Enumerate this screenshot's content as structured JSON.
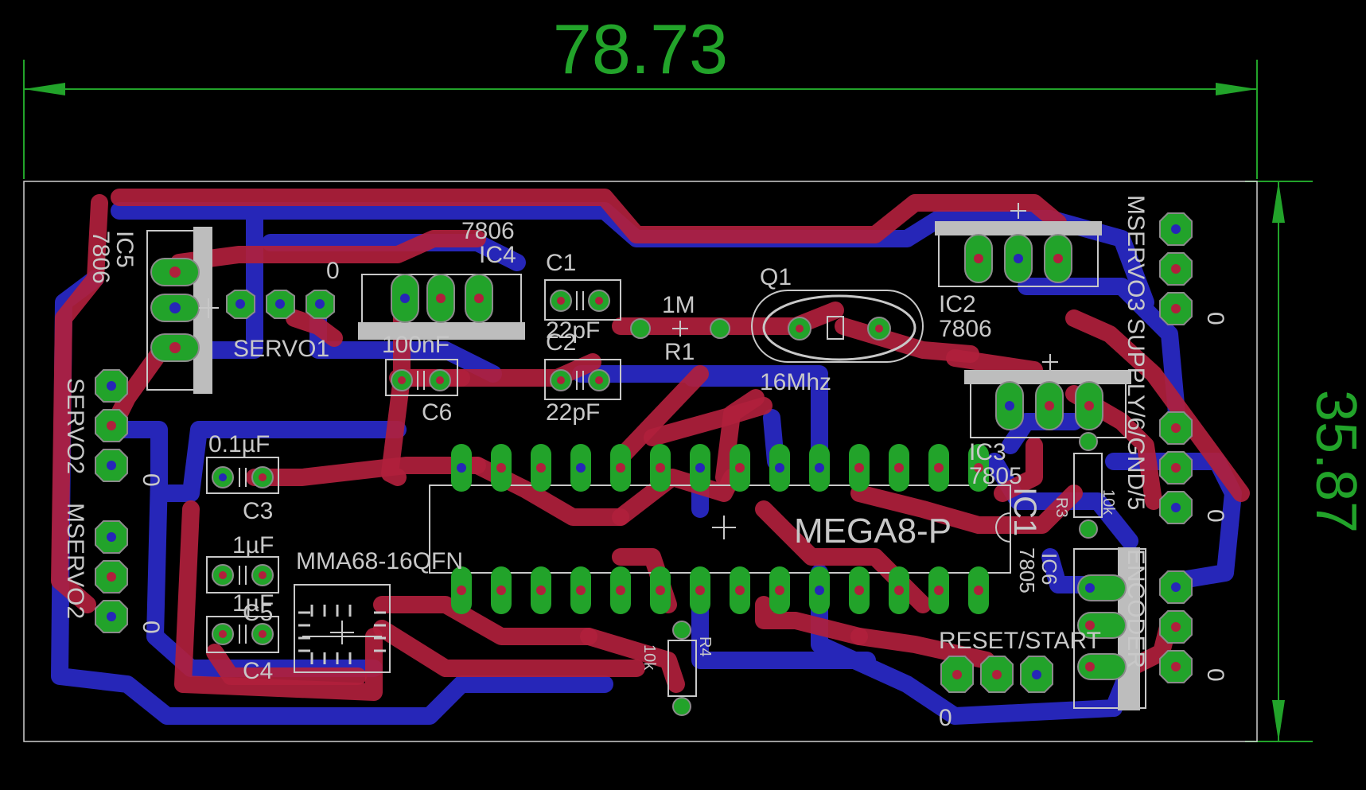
{
  "colors": {
    "background": "#000000",
    "top_copper": "#b0203c",
    "bottom_copper": "#2626b8",
    "pads": "#22a32a",
    "silkscreen": "#c8c8c8",
    "dimension": "#22a32a",
    "outline": "#cfcfcf"
  },
  "dimensions": {
    "width": "78.73",
    "height": "35.87"
  },
  "labels": {
    "ic5_name": "IC5",
    "ic5_value": "7806",
    "servo1": "SERVO1",
    "zero_a": "0",
    "ic4_value": "7806",
    "ic4_name": "IC4",
    "c1_name": "C1",
    "c1_value": "22pF",
    "c2_name": "C2",
    "c2_value": "22pF",
    "c6_value": "100nF",
    "c6_name": "C6",
    "r1_value": "1M",
    "r1_name": "R1",
    "q1_name": "Q1",
    "q1_value": "16Mhz",
    "ic2_name": "IC2",
    "ic2_value": "7806",
    "ic3_name": "IC3",
    "ic3_value": "7805",
    "c3_value": "0.1µF",
    "c3_name": "C3",
    "c5_value": "1µF",
    "c4_value": "1µF",
    "c5_name": "C5",
    "c4_name": "C4",
    "mma": "MMA68-16QFN",
    "mega": "MEGA8-P",
    "ic1_name": "IC1",
    "ic6_name": "IC6",
    "ic6_value": "7805",
    "r3_name": "R3",
    "r3_value": "10k",
    "r4_name": "R4",
    "r4_value": "10k",
    "servo2": "SERVO2",
    "zero_b": "0",
    "mservo2": "MSERVO2",
    "zero_c": "0",
    "mservo3": "MSERVO3",
    "zero_d": "0",
    "supply": "SUPPLY/6/GND/5",
    "zero_e": "0",
    "encoder": "ENCODER",
    "zero_f": "0",
    "reset_start": "RESET/START",
    "zero_g": "0"
  }
}
